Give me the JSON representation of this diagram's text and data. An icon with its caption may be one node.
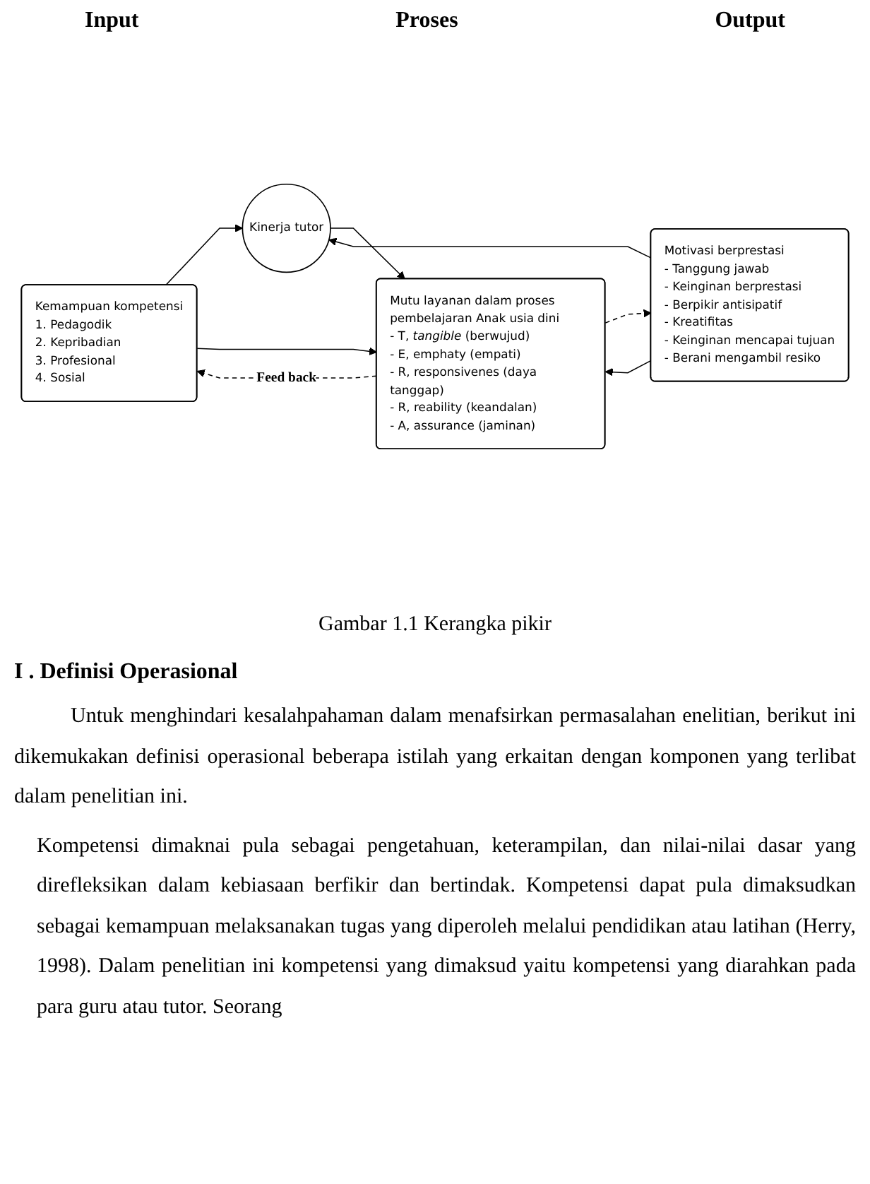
{
  "diagram": {
    "caption": "Gambar 1.1 Kerangka pikir",
    "nodes": [
      {
        "text": [
          "Kemampuan kompetensi",
          "1. Pedagodik",
          "2. Kepribadian",
          "3. Profesional",
          "4. Sosial"
        ]
      },
      {
        "text": [
          "Motivasi berprestasi",
          "- Tanggung jawab",
          "- Keinginan berprestasi",
          "- Berpikir antisipatif",
          "- Kreatifitas",
          "- Keinginan mencapai tujuan",
          "- Berani mengambil resiko"
        ]
      },
      {
        "text": [
          "Kinerja tutor"
        ]
      },
      {
        "text": [
          "Mutu layanan dalam proses pembelajaran Anak usia dini",
          "- T, *tangible* (berwujud)",
          "- E, emphaty (empati)",
          "- R, responsivenes (daya tanggap)",
          "- R, reability (keandalan)",
          "- A, assurance (jaminan)"
        ]
      }
    ],
    "edges": [
      {
        "from": 0,
        "to": 2,
        "arrow": "to"
      },
      {
        "from": 1,
        "to": 2,
        "arrow": "to"
      },
      {
        "from": 2,
        "to": 3,
        "arrow": "to"
      },
      {
        "from": 0,
        "to": 3,
        "arrow": "to"
      },
      {
        "from": 1,
        "to": 3,
        "arrow": "to"
      },
      {
        "from": 3,
        "to": 0,
        "arrow": "to",
        "style": "dashed",
        "label": "Feed back"
      },
      {
        "from": 3,
        "to": 1,
        "arrow": "to",
        "style": "dashed"
      }
    ],
    "labels": [
      "Input",
      "Proses",
      "Output",
      "I . Definisi Operasional",
      "Untuk menghindari kesalahpahaman dalam menafsirkan permasalahan enelitian, berikut ini dikemukakan definisi operasional beberapa istilah yang erkaitan dengan komponen yang terlibat dalam penelitian ini.",
      "Kompetensi dimaknai pula sebagai pengetahuan, keterampilan, dan nilai-nilai dasar yang direfleksikan dalam kebiasaan berfikir dan bertindak. Kompetensi dapat pula dimaksudkan sebagai kemampuan melaksanakan tugas yang diperoleh melalui pendidikan atau latihan (Herry, 1998). Dalam penelitian ini kompetensi yang dimaksud yaitu kompetensi yang diarahkan pada para guru atau tutor. Seorang"
    ]
  }
}
